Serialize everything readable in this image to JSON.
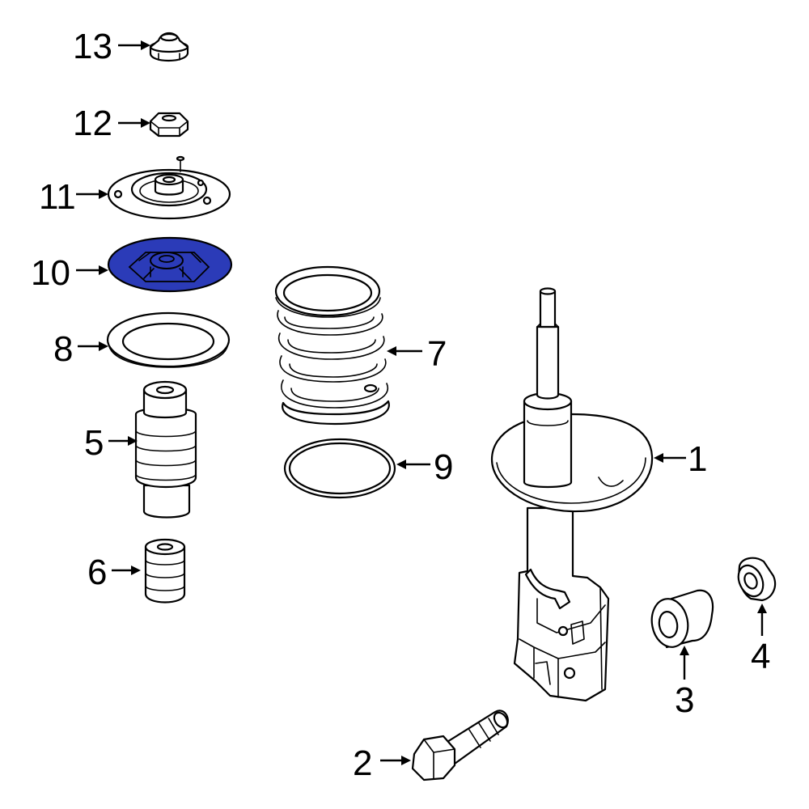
{
  "colors": {
    "highlight": "#2b3bb8",
    "line": "#000000",
    "background": "#ffffff"
  },
  "callouts": [
    {
      "id": "1",
      "label": "1",
      "part": "strut-assembly"
    },
    {
      "id": "2",
      "label": "2",
      "part": "bolt"
    },
    {
      "id": "3",
      "label": "3",
      "part": "bushing"
    },
    {
      "id": "4",
      "label": "4",
      "part": "nut"
    },
    {
      "id": "5",
      "label": "5",
      "part": "bump-stop"
    },
    {
      "id": "6",
      "label": "6",
      "part": "bumper"
    },
    {
      "id": "7",
      "label": "7",
      "part": "coil-spring"
    },
    {
      "id": "8",
      "label": "8",
      "part": "upper-spring-seat"
    },
    {
      "id": "9",
      "label": "9",
      "part": "lower-insulator"
    },
    {
      "id": "10",
      "label": "10",
      "part": "mount-bearing",
      "highlighted": true
    },
    {
      "id": "11",
      "label": "11",
      "part": "strut-mount"
    },
    {
      "id": "12",
      "label": "12",
      "part": "hex-nut"
    },
    {
      "id": "13",
      "label": "13",
      "part": "cap"
    }
  ]
}
